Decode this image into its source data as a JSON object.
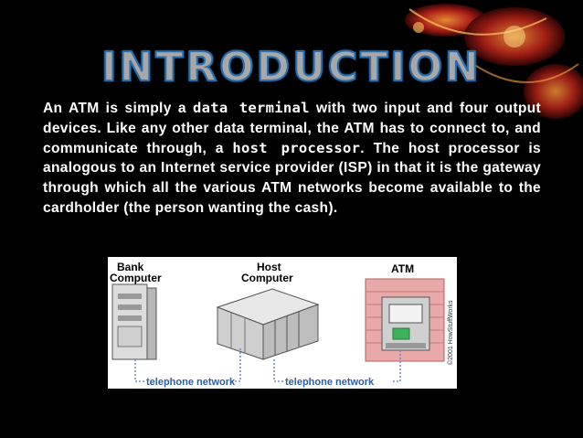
{
  "slide": {
    "title": "INTRODUCTION",
    "paragraph": {
      "part1": "An ATM is simply a ",
      "term1": "data terminal",
      "part2": " with two input and four output devices. Like any other data terminal, the ATM has to connect to, and communicate through, a ",
      "term2": "host processor",
      "part3": ". The host processor is analogous to an Internet service provider (ISP) in that it is the gateway through which all the various ATM networks become available to the cardholder (the person wanting the cash)."
    }
  },
  "diagram": {
    "bank_label_1": "Bank",
    "bank_label_2": "Computer",
    "host_label_1": "Host",
    "host_label_2": "Computer",
    "atm_label": "ATM",
    "network_left": "telephone network",
    "network_right": "telephone network",
    "copyright": "©2001 HowStuffWorks"
  },
  "colors": {
    "title_outline": "#2a6fb0",
    "network_label": "#2a5fa8",
    "atm_wall": "#d98080"
  }
}
